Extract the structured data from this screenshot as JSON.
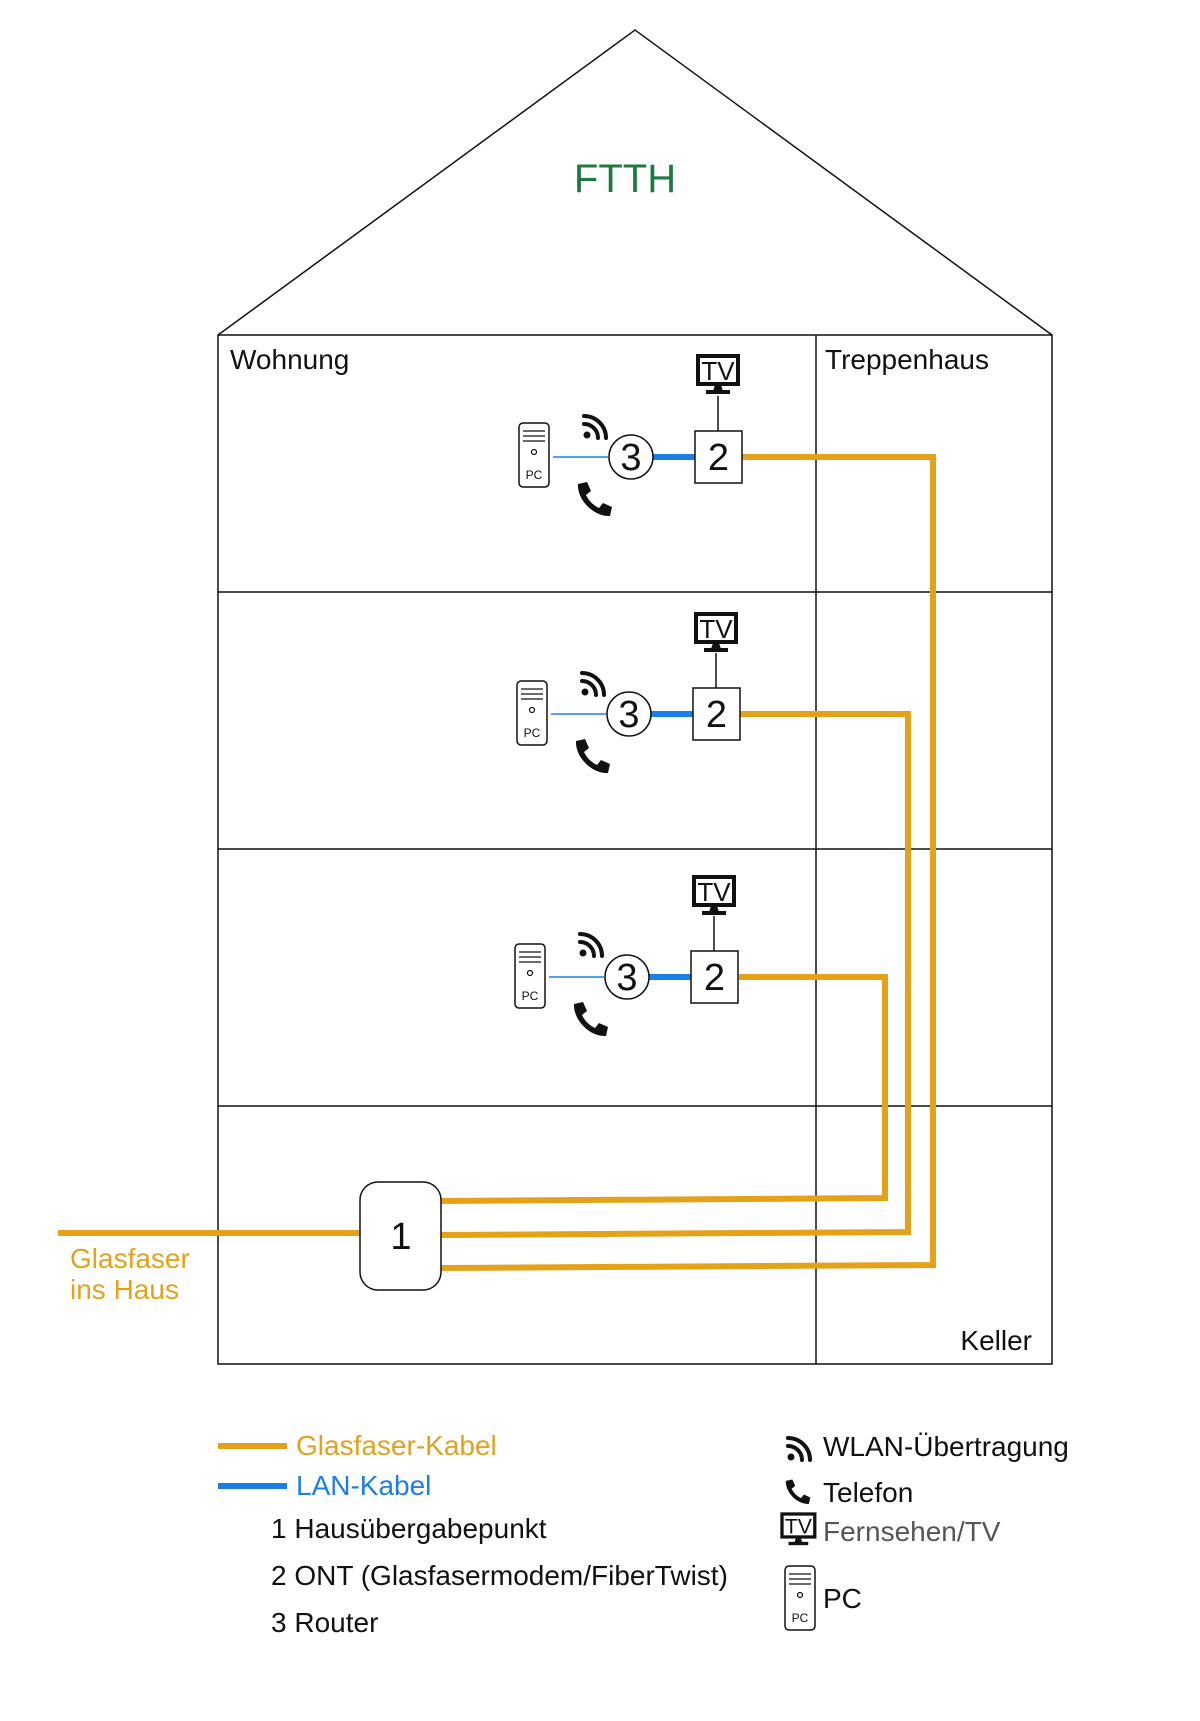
{
  "diagram": {
    "title": "FTTH",
    "rooms": {
      "apartment": "Wohnung",
      "stairwell": "Treppenhaus",
      "basement": "Keller"
    },
    "incoming_fiber": [
      "Glasfaser",
      "ins Haus"
    ],
    "nodes": {
      "transfer_point": "1",
      "ont": "2",
      "router": "3"
    },
    "device_labels": {
      "pc": "PC",
      "tv": "TV"
    }
  },
  "legend": {
    "fiber_cable": "Glasfaser-Kabel",
    "lan_cable": "LAN-Kabel",
    "item_1": "1 Hausübergabepunkt",
    "item_2": "2 ONT (Glasfasermodem/FiberTwist)",
    "item_3": "3 Router",
    "wlan": "WLAN-Übertragung",
    "phone": "Telefon",
    "tv": "Fernsehen/TV",
    "pc": "PC"
  },
  "colors": {
    "fiber": "#e3a21a",
    "lan": "#1a7fe8",
    "title": "#1f7a3f",
    "line": "#111111"
  },
  "icons": [
    "wifi-icon",
    "phone-icon",
    "tv-icon",
    "pc-icon"
  ]
}
